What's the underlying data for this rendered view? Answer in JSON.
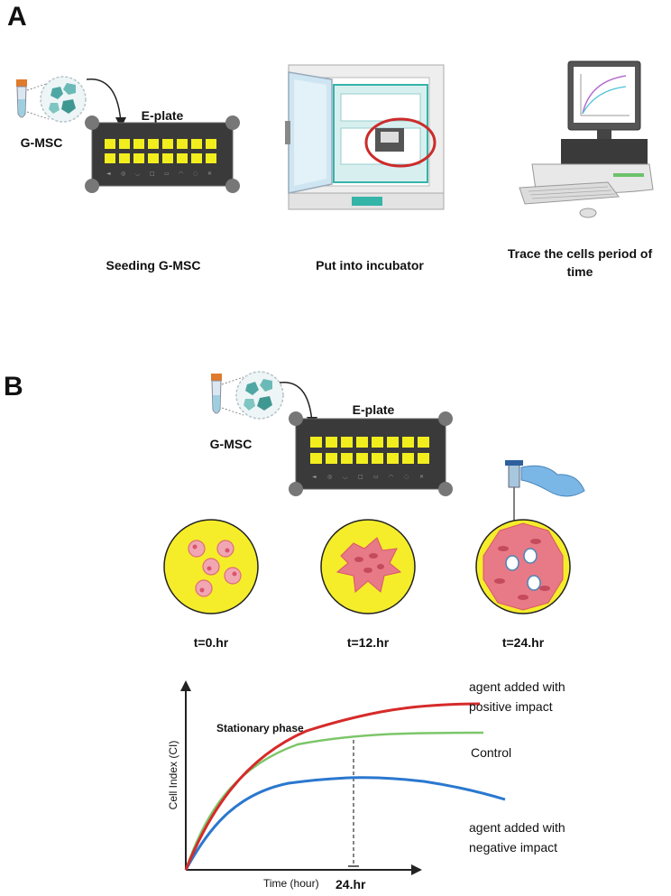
{
  "panel_a": {
    "letter": "A",
    "cells_label": "G-MSC",
    "plate_label": "E-plate",
    "step1": "Seeding G-MSC",
    "step2": "Put into incubator",
    "step3": "Trace the cells period of time"
  },
  "panel_b": {
    "letter": "B",
    "cells_label": "G-MSC",
    "plate_label": "E-plate",
    "times": [
      "t=0.hr",
      "t=12.hr",
      "t=24.hr"
    ]
  },
  "chart_data": {
    "type": "line",
    "xlabel": "Time (hour)",
    "ylabel": "Cell Index (CI)",
    "annotations": {
      "phase": "Stationary phase",
      "marker": "24.hr"
    },
    "series": [
      {
        "name": "agent added with positive impact",
        "color": "#d62a2a"
      },
      {
        "name": "Control",
        "color": "#7cc66a"
      },
      {
        "name": "agent added with negative impact",
        "color": "#2a78cf"
      }
    ]
  },
  "colors": {
    "plate": "#3a3a3a",
    "well": "#f2ee1e",
    "dish": "#f5ed2a",
    "cell": "#e06a78",
    "incubator_accent": "#35b4a8",
    "highlight_circle": "#cc2b2b"
  }
}
